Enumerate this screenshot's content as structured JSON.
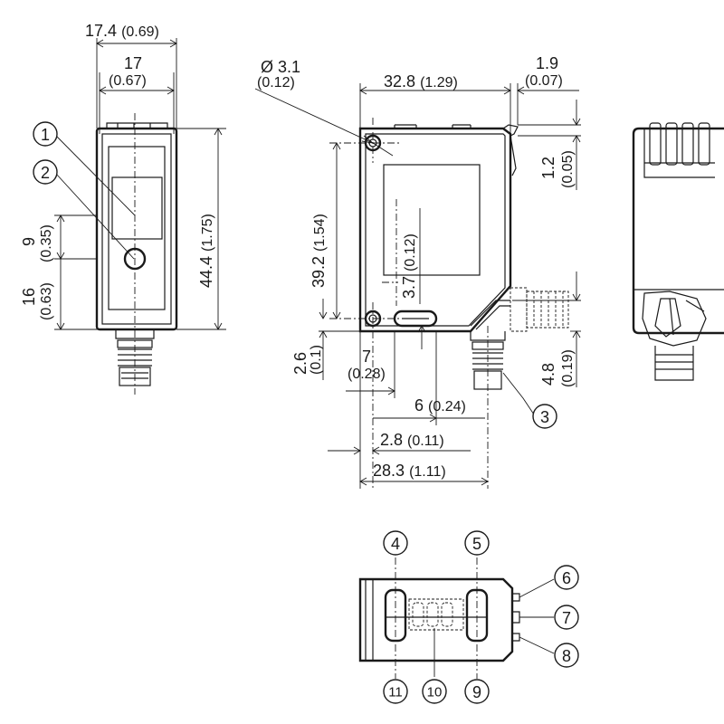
{
  "dimensions": {
    "width_outer": {
      "mm": "17.4",
      "in": "(0.69)"
    },
    "width_inner": {
      "mm": "17",
      "in": "(0.67)"
    },
    "height_total": {
      "mm": "44.4",
      "in": "(1.75)"
    },
    "offset_9": {
      "mm": "9",
      "in": "(0.35)"
    },
    "offset_16": {
      "mm": "16",
      "in": "(0.63)"
    },
    "hole_dia": {
      "mm": "Ø 3.1",
      "in": "(0.12)"
    },
    "body_length": {
      "mm": "32.8",
      "in": "(1.29)"
    },
    "lip": {
      "mm": "1.9",
      "in": "(0.07)"
    },
    "lip_h": {
      "mm": "1.2",
      "in": "(0.05)"
    },
    "hole_spacing_v": {
      "mm": "39.2",
      "in": "(1.54)"
    },
    "optic_axis": {
      "mm": "3.7",
      "in": "(0.12)"
    },
    "bottom_hole": {
      "mm": "2.6",
      "in": "(0.1)"
    },
    "hole_x": {
      "mm": "7",
      "in": "(0.28)"
    },
    "slot_len": {
      "mm": "6",
      "in": "(0.24)"
    },
    "slot_off": {
      "mm": "2.8",
      "in": "(0.11)"
    },
    "hole_spacing_h": {
      "mm": "28.3",
      "in": "(1.11)"
    },
    "connector_off": {
      "mm": "4.8",
      "in": "(0.19)"
    }
  },
  "callouts": [
    "1",
    "2",
    "3",
    "4",
    "5",
    "6",
    "7",
    "8",
    "9",
    "10",
    "11"
  ],
  "callout_glyphs": [
    "①",
    "②",
    "③",
    "④",
    "⑤",
    "⑥",
    "⑦",
    "⑧",
    "⑨",
    "⑩",
    "⑪"
  ]
}
